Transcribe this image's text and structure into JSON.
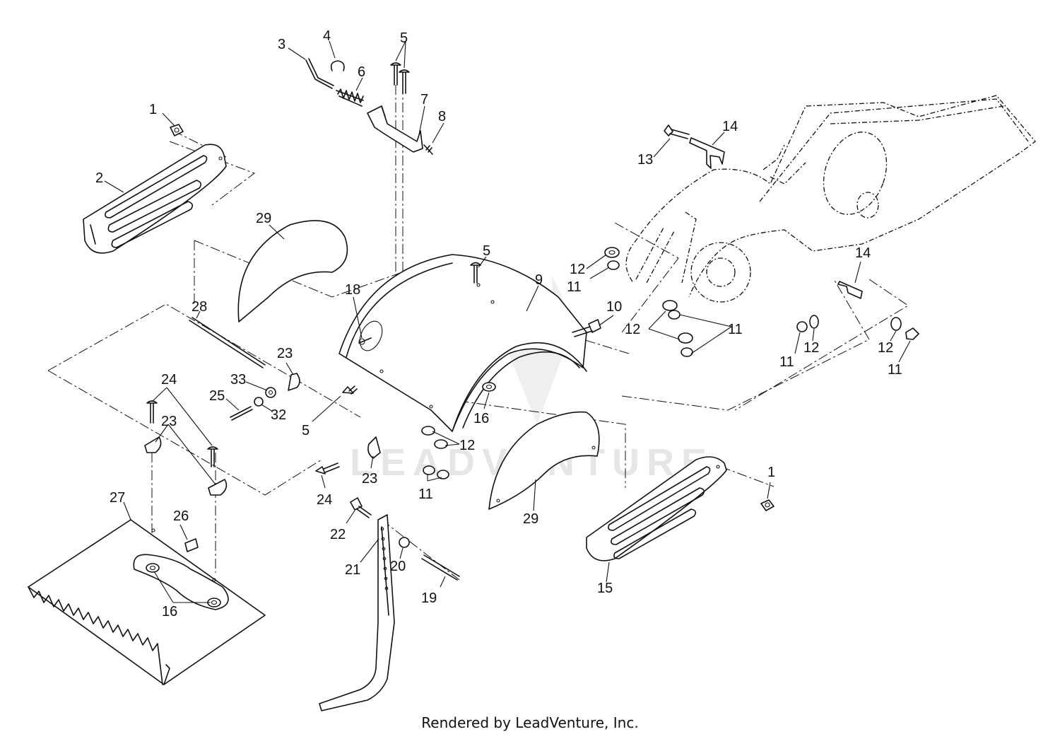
{
  "watermark_text": "LEADVENTURE",
  "footer_text": "Rendered by LeadVenture, Inc.",
  "callouts": [
    {
      "id": "c1a",
      "text": "1"
    },
    {
      "id": "c1b",
      "text": "1"
    },
    {
      "id": "c2",
      "text": "2"
    },
    {
      "id": "c3",
      "text": "3"
    },
    {
      "id": "c4",
      "text": "4"
    },
    {
      "id": "c5a",
      "text": "5"
    },
    {
      "id": "c5b",
      "text": "5"
    },
    {
      "id": "c5c",
      "text": "5"
    },
    {
      "id": "c6",
      "text": "6"
    },
    {
      "id": "c7",
      "text": "7"
    },
    {
      "id": "c8",
      "text": "8"
    },
    {
      "id": "c9",
      "text": "9"
    },
    {
      "id": "c10",
      "text": "10"
    },
    {
      "id": "c11a",
      "text": "11"
    },
    {
      "id": "c11b",
      "text": "11"
    },
    {
      "id": "c11c",
      "text": "11"
    },
    {
      "id": "c11d",
      "text": "11"
    },
    {
      "id": "c11e",
      "text": "11"
    },
    {
      "id": "c12a",
      "text": "12"
    },
    {
      "id": "c12b",
      "text": "12"
    },
    {
      "id": "c12c",
      "text": "12"
    },
    {
      "id": "c12d",
      "text": "12"
    },
    {
      "id": "c12e",
      "text": "12"
    },
    {
      "id": "c13",
      "text": "13"
    },
    {
      "id": "c14a",
      "text": "14"
    },
    {
      "id": "c14b",
      "text": "14"
    },
    {
      "id": "c15",
      "text": "15"
    },
    {
      "id": "c16a",
      "text": "16"
    },
    {
      "id": "c16b",
      "text": "16"
    },
    {
      "id": "c18",
      "text": "18"
    },
    {
      "id": "c19",
      "text": "19"
    },
    {
      "id": "c20",
      "text": "20"
    },
    {
      "id": "c21",
      "text": "21"
    },
    {
      "id": "c22",
      "text": "22"
    },
    {
      "id": "c23a",
      "text": "23"
    },
    {
      "id": "c23b",
      "text": "23"
    },
    {
      "id": "c23c",
      "text": "23"
    },
    {
      "id": "c24a",
      "text": "24"
    },
    {
      "id": "c24b",
      "text": "24"
    },
    {
      "id": "c25",
      "text": "25"
    },
    {
      "id": "c26",
      "text": "26"
    },
    {
      "id": "c27",
      "text": "27"
    },
    {
      "id": "c28",
      "text": "28"
    },
    {
      "id": "c29a",
      "text": "29"
    },
    {
      "id": "c29b",
      "text": "29"
    },
    {
      "id": "c32",
      "text": "32"
    },
    {
      "id": "c33",
      "text": "33"
    }
  ]
}
